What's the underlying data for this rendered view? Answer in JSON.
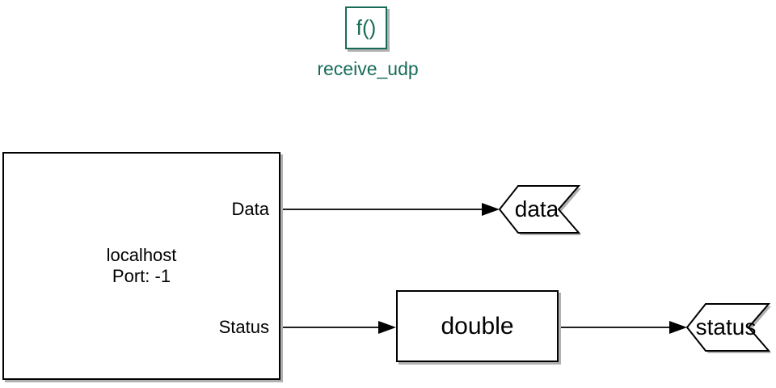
{
  "diagram": {
    "function_block": {
      "glyph": "f()",
      "label": "receive_udp"
    },
    "udp_block": {
      "line1": "localhost",
      "line2": "Port: -1",
      "port_data": "Data",
      "port_status": "Status"
    },
    "cast_block": {
      "label": "double"
    },
    "tag_data": {
      "label": "data"
    },
    "tag_status": {
      "label": "status"
    },
    "colors": {
      "function_accent": "#176C58",
      "block_border": "#000000",
      "block_fill": "#FFFFFF",
      "shadow": "#B0B0B0",
      "wire": "#000000",
      "background": "#FFFFFF"
    }
  }
}
